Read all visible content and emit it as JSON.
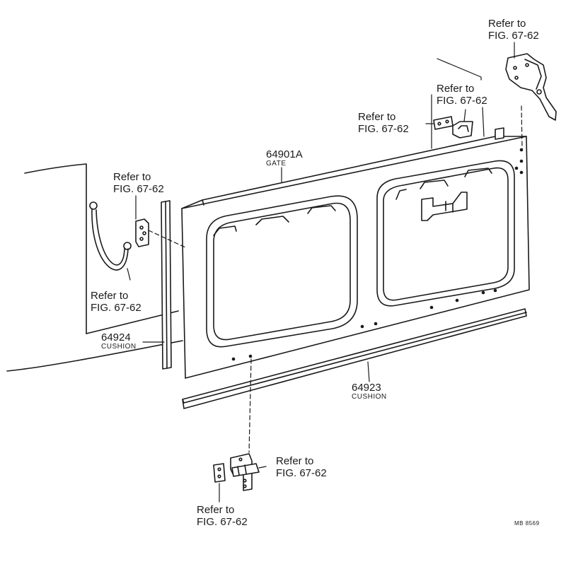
{
  "figure": {
    "code": "MB 8569",
    "parts": [
      {
        "number": "64901A",
        "name": "GATE"
      },
      {
        "number": "64924",
        "name": "CUSHION"
      },
      {
        "number": "64923",
        "name": "CUSHION"
      }
    ],
    "references": {
      "refer": "Refer to",
      "fig": "FIG. 67-62"
    }
  }
}
